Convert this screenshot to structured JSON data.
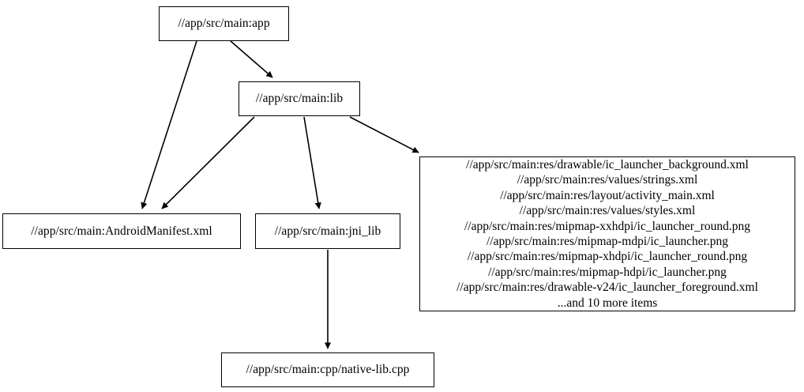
{
  "graph": {
    "type": "dependency-digraph",
    "background_color": "#ffffff",
    "node_fill_color": "#ffffff",
    "node_border_color": "#000000",
    "edge_color": "#000000",
    "nodes": [
      {
        "id": "app",
        "label": "//app/src/main:app"
      },
      {
        "id": "lib",
        "label": "//app/src/main:lib"
      },
      {
        "id": "manifest",
        "label": "//app/src/main:AndroidManifest.xml"
      },
      {
        "id": "jni_lib",
        "label": "//app/src/main:jni_lib"
      },
      {
        "id": "cpp",
        "label": "//app/src/main:cpp/native-lib.cpp"
      },
      {
        "id": "resources",
        "lines": [
          "//app/src/main:res/drawable/ic_launcher_background.xml",
          "//app/src/main:res/values/strings.xml",
          "//app/src/main:res/layout/activity_main.xml",
          "//app/src/main:res/values/styles.xml",
          "//app/src/main:res/mipmap-xxhdpi/ic_launcher_round.png",
          "//app/src/main:res/mipmap-mdpi/ic_launcher.png",
          "//app/src/main:res/mipmap-xhdpi/ic_launcher_round.png",
          "//app/src/main:res/mipmap-hdpi/ic_launcher.png",
          "//app/src/main:res/drawable-v24/ic_launcher_foreground.xml",
          "...and 10 more items"
        ]
      }
    ],
    "edges": [
      {
        "from": "app",
        "to": "lib"
      },
      {
        "from": "app",
        "to": "manifest"
      },
      {
        "from": "lib",
        "to": "manifest"
      },
      {
        "from": "lib",
        "to": "jni_lib"
      },
      {
        "from": "lib",
        "to": "resources"
      },
      {
        "from": "jni_lib",
        "to": "cpp"
      }
    ]
  }
}
